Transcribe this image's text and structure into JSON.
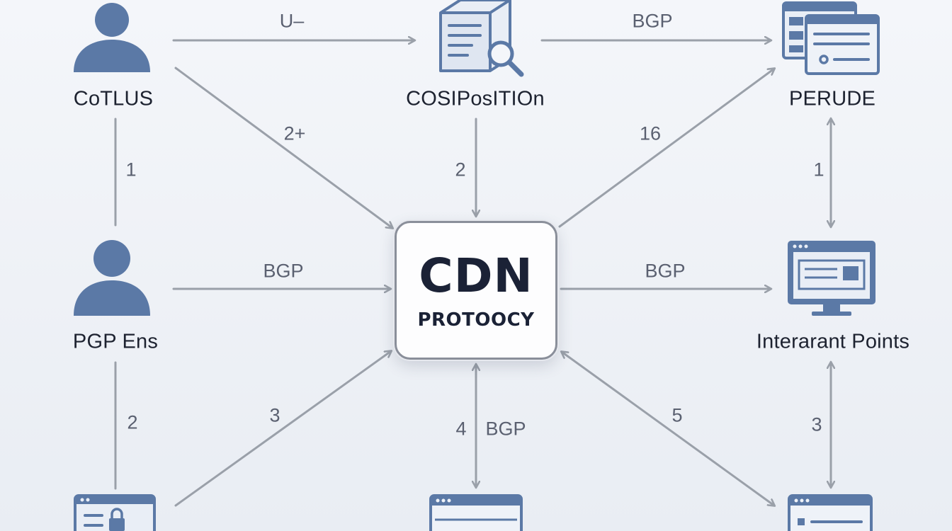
{
  "nodes": {
    "top_left": "CoTLUS",
    "top_center": "COSIPosITIOn",
    "top_right": "PERUDE",
    "mid_left": "PGP Ens",
    "mid_right": "Interarant Points"
  },
  "center": {
    "title": "CDN",
    "subtitle": "PROTOOCY"
  },
  "edges": {
    "top_left_to_top_center": "U–",
    "top_center_to_top_right": "BGP",
    "top_left_to_center": "2+",
    "top_center_to_center": "2",
    "center_to_top_right": "16",
    "top_left_to_mid_left": "1",
    "top_right_to_mid_right": "1",
    "mid_left_to_center": "BGP",
    "center_to_mid_right": "BGP",
    "mid_left_to_bottom_left": "2",
    "bottom_left_to_center": "3",
    "center_to_bottom_center_num": "4",
    "center_to_bottom_center": "BGP",
    "center_to_bottom_right": "5",
    "mid_right_to_bottom_right": "3"
  },
  "colors": {
    "icon_primary": "#5b79a6",
    "icon_light": "#e9eef6",
    "arrow": "#9aa0a9"
  },
  "icons": {
    "top_left": "user-icon",
    "mid_left": "user-icon",
    "top_center": "server-search-icon",
    "top_right": "browser-windows-icon",
    "mid_right": "monitor-icon",
    "bottom_left": "secure-form-icon",
    "bottom_center": "browser-window-icon",
    "bottom_right": "browser-window-icon"
  }
}
